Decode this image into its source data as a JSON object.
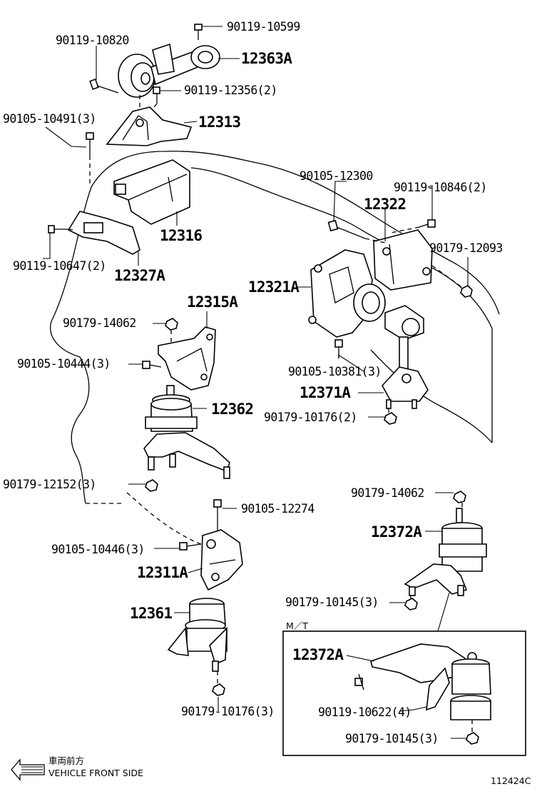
{
  "diagram_id": "112424C",
  "front_direction": {
    "japanese": "車両前方",
    "english": "VEHICLE FRONT SIDE"
  },
  "variant_box_label": "M／T",
  "part_labels": {
    "p_90119_10599": "90119-10599",
    "p_90119_10820": "90119-10820",
    "p_12363A": "12363A",
    "p_90119_12356": "90119-12356(2)",
    "p_90105_10491": "90105-10491(3)",
    "p_12313": "12313",
    "p_90105_12300": "90105-12300",
    "p_90119_10846": "90119-10846(2)",
    "p_12322": "12322",
    "p_12316": "12316",
    "p_90179_12093": "90179-12093",
    "p_90119_10647": "90119-10647(2)",
    "p_12327A": "12327A",
    "p_12321A": "12321A",
    "p_12315A": "12315A",
    "p_90179_14062_a": "90179-14062",
    "p_90105_10444": "90105-10444(3)",
    "p_90105_10381": "90105-10381(3)",
    "p_12371A": "12371A",
    "p_12362": "12362",
    "p_90179_10176_a": "90179-10176(2)",
    "p_90179_12152": "90179-12152(3)",
    "p_90179_14062_b": "90179-14062",
    "p_90105_12274": "90105-12274",
    "p_12372A_a": "12372A",
    "p_90105_10446": "90105-10446(3)",
    "p_12311A": "12311A",
    "p_90179_10145_a": "90179-10145(3)",
    "p_12361": "12361",
    "p_12372A_b": "12372A",
    "p_90119_10622": "90119-10622(4)",
    "p_90179_10176_b": "90179-10176(3)",
    "p_90179_10145_b": "90179-10145(3)"
  }
}
